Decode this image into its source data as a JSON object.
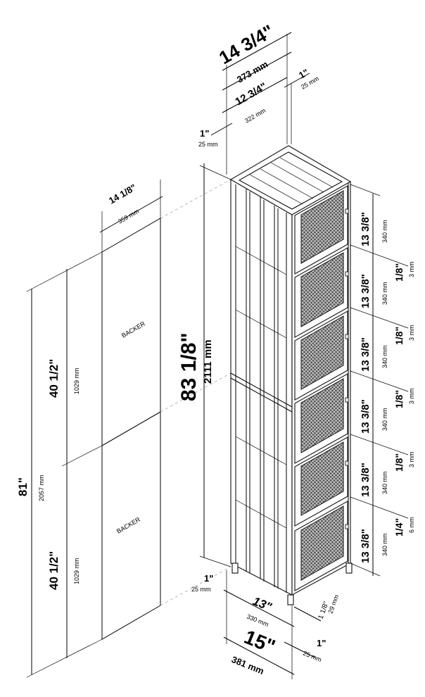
{
  "top": {
    "overall_in": "14 3/4\"",
    "overall_mm": "373 mm",
    "inner_in": "12 3/4\"",
    "inner_mm": "322 mm",
    "right_in": "1\"",
    "right_mm": "25 mm",
    "left_in": "1\"",
    "left_mm": "25 mm"
  },
  "height": {
    "in": "83 1/8\"",
    "mm": "2111 mm"
  },
  "backer": {
    "width_in": "14 1/8\"",
    "width_mm": "359 mm",
    "label_upper": "BACKER",
    "label_lower": "BACKER",
    "total_in": "81\"",
    "total_mm": "2057 mm",
    "upper_in": "40 1/2\"",
    "upper_mm": "1029 mm",
    "lower_in": "40 1/2\"",
    "lower_mm": "1029 mm"
  },
  "doors": [
    {
      "in": "13 3/8\"",
      "mm": "340 mm"
    },
    {
      "in": "13 3/8\"",
      "mm": "340 mm"
    },
    {
      "in": "13 3/8\"",
      "mm": "340 mm"
    },
    {
      "in": "13 3/8\"",
      "mm": "340 mm"
    },
    {
      "in": "13 3/8\"",
      "mm": "340 mm"
    },
    {
      "in": "13 3/8\"",
      "mm": "340 mm"
    }
  ],
  "gaps": [
    {
      "in": "1/8\"",
      "mm": "3 mm"
    },
    {
      "in": "1/8\"",
      "mm": "3 mm"
    },
    {
      "in": "1/8\"",
      "mm": "3 mm"
    },
    {
      "in": "1/8\"",
      "mm": "3 mm"
    },
    {
      "in": "1/4\"",
      "mm": "6 mm"
    }
  ],
  "bottom": {
    "left_in": "1\"",
    "left_mm": "25 mm",
    "inner_in": "13\"",
    "inner_mm": "330 mm",
    "leg_in": "1 1/8\"",
    "leg_mm": "29 mm",
    "overall_in": "15\"",
    "overall_mm": "381 mm",
    "right_in": "1\"",
    "right_mm": "25 mm"
  }
}
